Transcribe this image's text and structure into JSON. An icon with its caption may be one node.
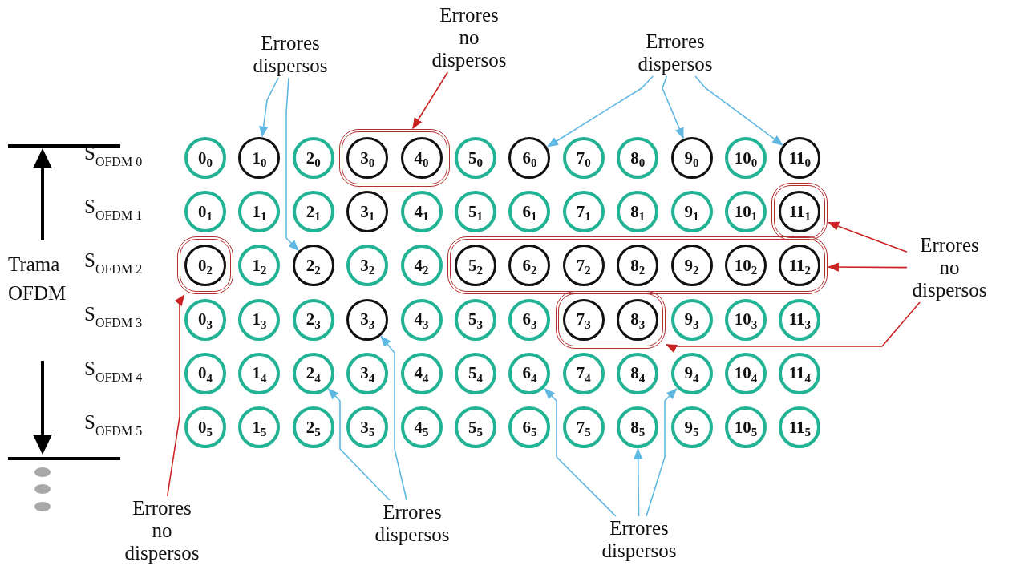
{
  "diagram": {
    "nodes": [
      {
        "text": [
          "0$_{0}$"
        ]
      },
      {
        "text": [
          "1$_{0}$"
        ]
      },
      {
        "text": [
          "2$_{0}$"
        ]
      },
      {
        "text": [],
        "shape": "box"
      },
      {
        "text": [
          "3$_{0}$"
        ],
        "in": 3
      },
      {
        "text": [
          "4$_{0}$"
        ],
        "in": 3
      },
      {
        "text": [
          "5$_{0}$"
        ]
      },
      {
        "text": [
          "6$_{0}$"
        ]
      },
      {
        "text": [
          "7$_{0}$"
        ]
      },
      {
        "text": [
          "8$_{0}$"
        ]
      },
      {
        "text": [
          "9$_{0}$"
        ]
      },
      {
        "text": [
          "10$_{0}$"
        ]
      },
      {
        "text": [
          "11$_{0}$"
        ]
      },
      {
        "text": [
          "0$_{1}$"
        ]
      },
      {
        "text": [
          "1$_{1}$"
        ]
      },
      {
        "text": [
          "2$_{1}$"
        ]
      },
      {
        "text": [
          "3$_{1}$"
        ]
      },
      {
        "text": [
          "4$_{1}$"
        ]
      },
      {
        "text": [
          "5$_{1}$"
        ]
      },
      {
        "text": [
          "6$_{1}$"
        ]
      },
      {
        "text": [
          "7$_{1}$"
        ]
      },
      {
        "text": [
          "8$_{1}$"
        ]
      },
      {
        "text": [
          "9$_{1}$"
        ]
      },
      {
        "text": [
          "10$_{1}$"
        ]
      },
      {
        "text": [],
        "shape": "box"
      },
      {
        "text": [
          "11$_{1}$"
        ],
        "in": 24
      },
      {
        "text": [],
        "shape": "box"
      },
      {
        "text": [
          "0$_{2}$"
        ],
        "in": 26
      },
      {
        "text": [
          "1$_{2}$"
        ]
      },
      {
        "text": [
          "2$_{2}$"
        ]
      },
      {
        "text": [
          "3$_{2}$"
        ]
      },
      {
        "text": [
          "4$_{2}$"
        ]
      },
      {
        "text": [],
        "shape": "box"
      },
      {
        "text": [
          "5$_{2}$"
        ],
        "in": 32
      },
      {
        "text": [
          "6$_{2}$"
        ],
        "in": 32
      },
      {
        "text": [
          "7$_{2}$"
        ],
        "in": 32
      },
      {
        "text": [
          "8$_{2}$"
        ],
        "in": 32
      },
      {
        "text": [
          "9$_{2}$"
        ],
        "in": 32
      },
      {
        "text": [
          "10$_{2}$"
        ],
        "in": 32
      },
      {
        "text": [
          "11$_{2}$"
        ],
        "in": 32
      },
      {
        "text": [
          "0$_{3}$"
        ]
      },
      {
        "text": [
          "1$_{3}$"
        ]
      },
      {
        "text": [
          "2$_{3}$"
        ]
      },
      {
        "text": [
          "3$_{3}$"
        ]
      },
      {
        "text": [
          "4$_{3}$"
        ]
      },
      {
        "text": [
          "5$_{3}$"
        ]
      },
      {
        "text": [
          "6$_{3}$"
        ]
      },
      {
        "text": [],
        "shape": "box"
      },
      {
        "text": [
          "7$_{3}$"
        ],
        "in": 47
      },
      {
        "text": [
          "8$_{3}$"
        ],
        "in": 47
      },
      {
        "text": [
          "9$_{3}$"
        ]
      },
      {
        "text": [
          "10$_{3}$"
        ]
      },
      {
        "text": [
          "11$_{3}$"
        ]
      },
      {
        "text": [
          "0$_{4}$"
        ]
      },
      {
        "text": [
          "1$_{4}$"
        ]
      },
      {
        "text": [
          "2$_{4}$"
        ]
      },
      {
        "text": [
          "3$_{4}$"
        ]
      },
      {
        "text": [
          "4$_{4}$"
        ]
      },
      {
        "text": [
          "5$_{4}$"
        ]
      },
      {
        "text": [
          "6$_{4}$"
        ]
      },
      {
        "text": [
          "7$_{4}$"
        ]
      },
      {
        "text": [
          "8$_{4}$"
        ]
      },
      {
        "text": [
          "9$_{4}$"
        ]
      },
      {
        "text": [
          "10$_{4}$"
        ]
      },
      {
        "text": [
          "11$_{4}$"
        ]
      },
      {
        "text": [
          "0$_{5}$"
        ]
      },
      {
        "text": [
          "1$_{5}$"
        ]
      },
      {
        "text": [
          "2$_{5}$"
        ]
      },
      {
        "text": [
          "3$_{5}$"
        ]
      },
      {
        "text": [
          "4$_{5}$"
        ]
      },
      {
        "text": [
          "5$_{5}$"
        ]
      },
      {
        "text": [
          "6$_{5}$"
        ]
      },
      {
        "text": [
          "7$_{5}$"
        ]
      },
      {
        "text": [
          "8$_{5}$"
        ]
      },
      {
        "text": [
          "9$_{5}$"
        ]
      },
      {
        "text": [
          "10$_{5}$"
        ]
      },
      {
        "text": [
          "11$_{5}$"
        ]
      },
      {
        "text": [
          "Errores dispersos"
        ]
      },
      {
        "text": [
          "Errores no dispersos"
        ]
      },
      {
        "text": [
          "Errores dispersos"
        ]
      },
      {
        "text": [
          "Errores no dispersos"
        ]
      },
      {
        "text": [
          "Errores no dispersos"
        ]
      },
      {
        "text": [
          "Errores dispersos"
        ]
      },
      {
        "text": [
          "Errores dispersos"
        ]
      }
    ],
    "edges": [
      {
        "from": 77,
        "to": 1,
        "arrow": "to"
      },
      {
        "from": 77,
        "to": 29,
        "arrow": "to"
      },
      {
        "from": 78,
        "to": 3,
        "arrow": "to",
        "color": "#cc2222"
      },
      {
        "from": 79,
        "to": 7,
        "arrow": "to"
      },
      {
        "from": 79,
        "to": 10,
        "arrow": "to"
      },
      {
        "from": 79,
        "to": 12,
        "arrow": "to"
      },
      {
        "from": 80,
        "to": 24,
        "arrow": "to",
        "color": "#cc2222"
      },
      {
        "from": 80,
        "to": 32,
        "arrow": "to",
        "color": "#cc2222"
      },
      {
        "from": 80,
        "to": 47,
        "arrow": "to",
        "color": "#cc2222"
      },
      {
        "from": 81,
        "to": 26,
        "arrow": "to",
        "color": "#cc2222"
      },
      {
        "from": 82,
        "to": 55,
        "arrow": "to"
      },
      {
        "from": 82,
        "to": 43,
        "arrow": "to"
      },
      {
        "from": 83,
        "to": 59,
        "arrow": "to"
      },
      {
        "from": 83,
        "to": 73,
        "arrow": "to"
      },
      {
        "from": 83,
        "to": 62,
        "arrow": "to"
      }
    ],
    "labels": [
      "S$_{OFDM 0}$",
      "S$_{OFDM 1}$",
      "Trama OFDM",
      "S$_{OFDM 2}$",
      "S$_{OFDM 3}$",
      "S$_{OFDM 4}$",
      "S$_{OFDM 5}$"
    ]
  }
}
